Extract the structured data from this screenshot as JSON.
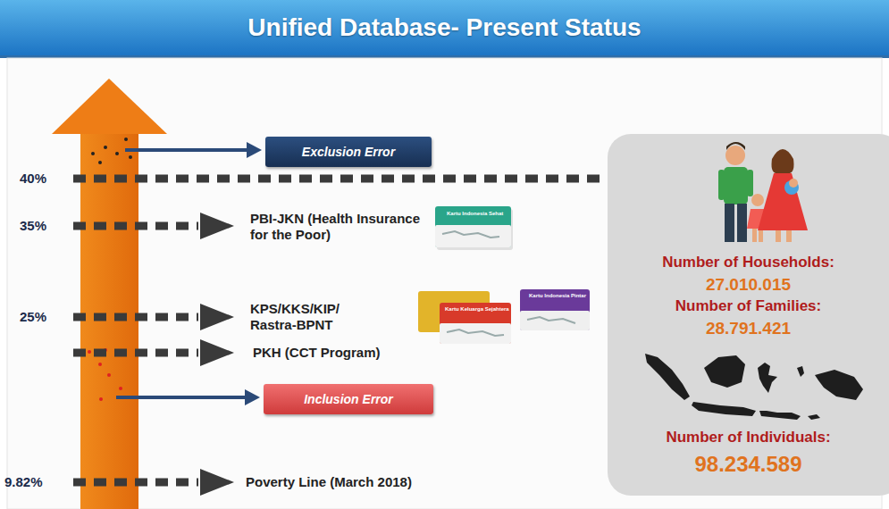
{
  "diagram": {
    "title": "Unified Database- Present Status",
    "nodes": [
      {
        "text": [
          "Exclusion Error"
        ]
      },
      {
        "text": [
          "Number of Households:",
          "27.010.015",
          "Number of Families:",
          "28.791.421",
          "Number of Individuals:",
          "98.234.589"
        ]
      },
      {
        "text": [
          "Inclusion Error"
        ]
      }
    ],
    "labels": [
      "40%",
      "35%",
      "25%",
      "9.82%",
      "PBI-JKN (Health Insurance for the Poor)",
      "Kartu Indonesia Sehat",
      "KPS/KKS/KIP/ Rastra-BPNT",
      "Kartu Keluarga Sejahtera",
      "Kartu Indonesia Pintar",
      "PKH (CCT Program)",
      "Poverty Line (March 2018)"
    ]
  }
}
